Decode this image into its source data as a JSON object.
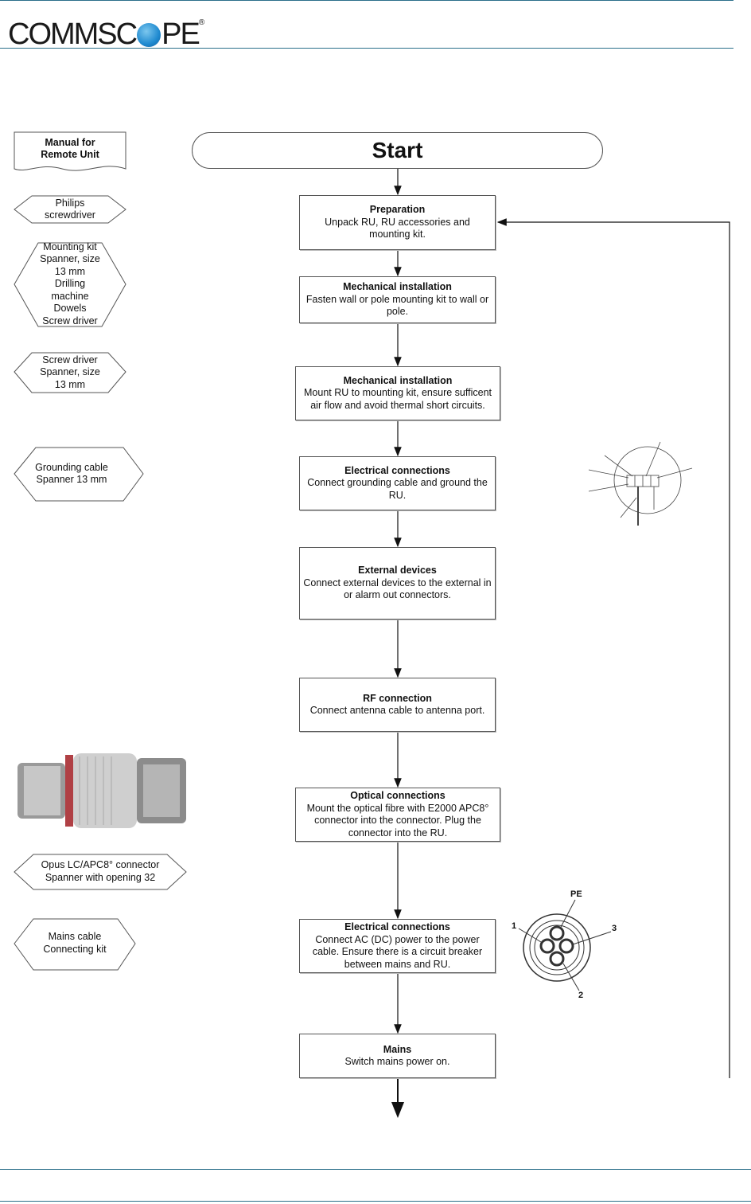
{
  "header": {
    "logo_text_pre": "COMMSC",
    "logo_text_post": "PE",
    "logo_mark": "®"
  },
  "flow": {
    "start": "Start",
    "steps": [
      {
        "title": "Preparation",
        "text": "Unpack RU, RU accessories and mounting kit."
      },
      {
        "title": "Mechanical installation",
        "text": "Fasten wall or pole mounting kit to wall or pole."
      },
      {
        "title": "Mechanical installation",
        "text": "Mount RU to mounting kit, ensure sufficent air flow and avoid thermal short circuits."
      },
      {
        "title": "Electrical connections",
        "text": "Connect grounding cable and ground the RU."
      },
      {
        "title": "External devices",
        "text": "Connect external devices to the external in or alarm out connectors."
      },
      {
        "title": "RF connection",
        "text": "Connect antenna cable to antenna port."
      },
      {
        "title": "Optical connections",
        "text": "Mount the optical fibre with E2000 APC8° connector into the connector. Plug the connector into the RU."
      },
      {
        "title": "Electrical connections",
        "text": "Connect AC (DC) power to the power cable. Ensure there is a circuit breaker between mains and RU."
      },
      {
        "title": "Mains",
        "text": "Switch mains power on."
      }
    ]
  },
  "resources": {
    "manual": "Manual  for Remote Unit",
    "philips": [
      "Philips",
      "screwdriver"
    ],
    "mounting": [
      "Mounting kit",
      "Spanner, size",
      "13 mm",
      "Drilling",
      "machine",
      "Dowels",
      "Screw driver"
    ],
    "screwdriver": [
      "Screw driver",
      "Spanner, size",
      "13 mm"
    ],
    "grounding": [
      "Grounding cable",
      "Spanner 13 mm"
    ],
    "opus": [
      "Opus LC/APC8° connector",
      "Spanner with opening 32"
    ],
    "mains": [
      "Mains cable",
      "Connecting kit"
    ]
  },
  "pin_diagram": {
    "pe": "PE",
    "p1": "1",
    "p2": "2",
    "p3": "3"
  }
}
